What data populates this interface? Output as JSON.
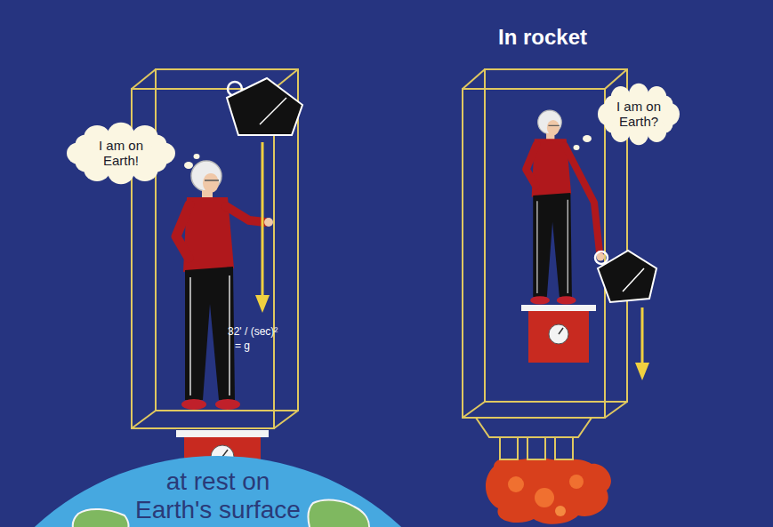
{
  "diagram": {
    "nodes": [
      {
        "text": [
          "I am on Earth!"
        ]
      },
      {
        "text": [
          "I am on Earth?"
        ]
      },
      {
        "text": [
          "at rest on Earth's surface"
        ]
      }
    ],
    "labels": [
      "In rocket",
      "32' / (sec)²",
      "= g"
    ]
  }
}
